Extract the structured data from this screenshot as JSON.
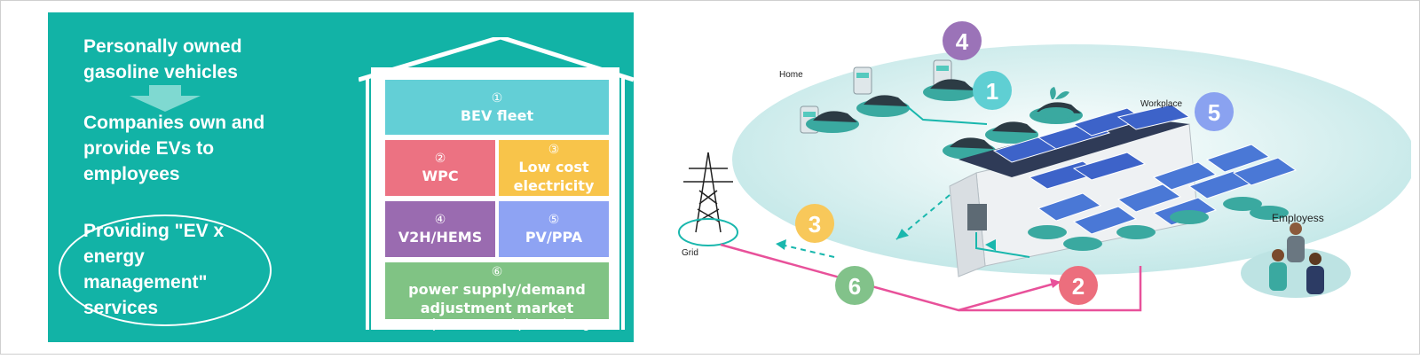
{
  "left": {
    "line1": "Personally owned gasoline vehicles",
    "line2": "Companies own and provide EVs to employees",
    "oval_text": "Providing \"EV x energy management\" services",
    "boxes": [
      {
        "num": "①",
        "label": "BEV fleet",
        "color": "#63cfd6"
      },
      {
        "num": "②",
        "label": "WPC",
        "color": "#ec7282"
      },
      {
        "num": "③",
        "label": "Low cost electricity",
        "color": "#f8c44a"
      },
      {
        "num": "④",
        "label": "V2H/HEMS",
        "color": "#9a6bb0"
      },
      {
        "num": "⑤",
        "label": "PV/PPA",
        "color": "#8ea3f3"
      },
      {
        "num": "⑥",
        "label": "power supply/demand adjustment market",
        "color": "#80c384"
      }
    ],
    "footnote": "*) WPC = Workplace Charge"
  },
  "right": {
    "labels": {
      "home": "Home",
      "workplace": "Workplace",
      "grid": "Grid",
      "employees": "Employess"
    },
    "badges": [
      {
        "num": "1",
        "color": "#5fcfd3"
      },
      {
        "num": "2",
        "color": "#ec6e7d"
      },
      {
        "num": "3",
        "color": "#f8c85a"
      },
      {
        "num": "4",
        "color": "#9b73b8"
      },
      {
        "num": "5",
        "color": "#8aa2f0"
      },
      {
        "num": "6",
        "color": "#82c28a"
      }
    ]
  },
  "colors": {
    "teal_panel": "#12b3a6",
    "flow_pink": "#e8519a",
    "flow_teal": "#19b7ad"
  }
}
